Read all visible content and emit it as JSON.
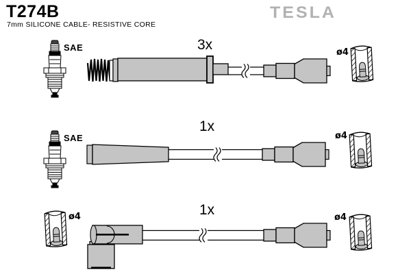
{
  "header": {
    "part_number": "T274B",
    "subtitle": "7mm SILICONE CABLE- RESISTIVE CORE",
    "brand_logo": "TESLA"
  },
  "rows": [
    {
      "quantity": "3x",
      "plug_label": "SAE",
      "terminal_right_label": "ø4",
      "components": [
        "spark-plug-sae",
        "coil-spring",
        "straight-boot",
        "cable-with-break",
        "stepped-connector-boot",
        "terminal-cup-section"
      ]
    },
    {
      "quantity": "1x",
      "plug_label": "SAE",
      "terminal_right_label": "ø4",
      "components": [
        "spark-plug-sae",
        "tapered-boot",
        "cable-with-break",
        "stepped-connector-boot",
        "terminal-cup-section"
      ]
    },
    {
      "quantity": "1x",
      "terminal_left_label": "ø4",
      "terminal_right_label": "ø4",
      "components": [
        "terminal-cup-section",
        "angled-distributor-boot",
        "cable-with-break",
        "stepped-connector-boot",
        "terminal-cup-section"
      ]
    }
  ],
  "colors": {
    "boot_fill": "#c4c4c4",
    "logo_gray": "#b2b2b2",
    "line": "#000000",
    "background": "#ffffff"
  }
}
